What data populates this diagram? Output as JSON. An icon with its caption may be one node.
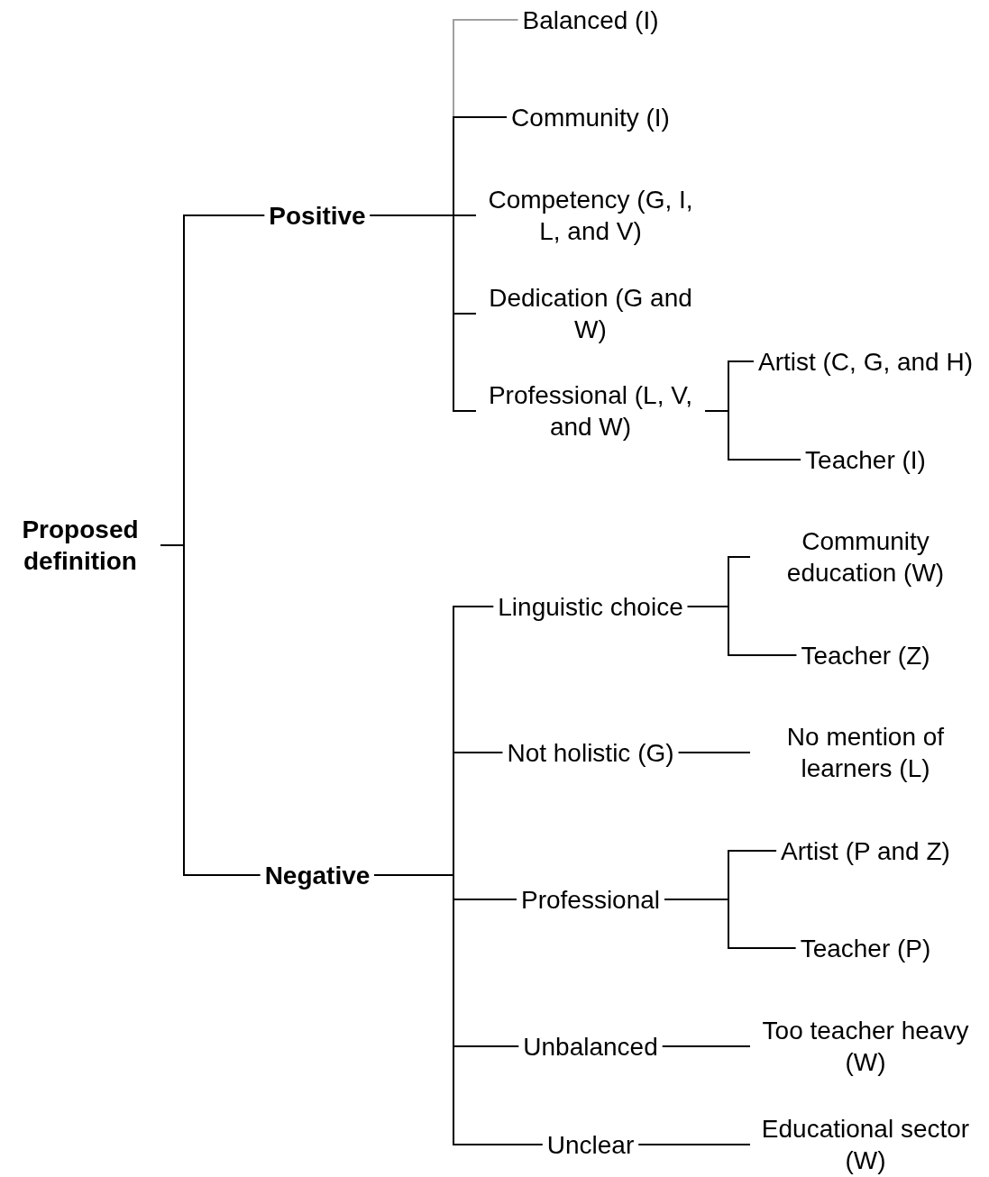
{
  "diagram": {
    "nodes": [
      {
        "text": [
          "Proposed definition"
        ]
      },
      {
        "text": [
          "Positive"
        ]
      },
      {
        "text": [
          "Negative"
        ]
      },
      {
        "text": [
          "Balanced (I)"
        ]
      },
      {
        "text": [
          "Community (I)"
        ]
      },
      {
        "text": [
          "Competency (G, I, L, and V)"
        ]
      },
      {
        "text": [
          "Dedication (G and W)"
        ]
      },
      {
        "text": [
          "Professional (L, V, and W)"
        ]
      },
      {
        "text": [
          "Artist (C, G, and H)"
        ]
      },
      {
        "text": [
          "Teacher (I)"
        ]
      },
      {
        "text": [
          "Linguistic choice"
        ]
      },
      {
        "text": [
          "Community education (W)"
        ]
      },
      {
        "text": [
          "Teacher (Z)"
        ]
      },
      {
        "text": [
          "Not holistic (G)"
        ]
      },
      {
        "text": [
          "No mention of learners (L)"
        ]
      },
      {
        "text": [
          "Professional"
        ]
      },
      {
        "text": [
          "Artist (P and Z)"
        ]
      },
      {
        "text": [
          "Teacher (P)"
        ]
      },
      {
        "text": [
          "Unbalanced"
        ]
      },
      {
        "text": [
          "Too teacher heavy (W)"
        ]
      },
      {
        "text": [
          "Unclear"
        ]
      },
      {
        "text": [
          "Educational sector (W)"
        ]
      }
    ],
    "edges": [
      {
        "from": 0,
        "to": 1,
        "arrow": "none"
      },
      {
        "from": 0,
        "to": 2,
        "arrow": "none"
      },
      {
        "from": 1,
        "to": 3,
        "arrow": "none",
        "color": "#a0a0a0"
      },
      {
        "from": 1,
        "to": 4,
        "arrow": "none"
      },
      {
        "from": 1,
        "to": 5,
        "arrow": "none"
      },
      {
        "from": 1,
        "to": 6,
        "arrow": "none"
      },
      {
        "from": 1,
        "to": 7,
        "arrow": "none"
      },
      {
        "from": 7,
        "to": 8,
        "arrow": "none"
      },
      {
        "from": 7,
        "to": 9,
        "arrow": "none"
      },
      {
        "from": 2,
        "to": 10,
        "arrow": "none"
      },
      {
        "from": 2,
        "to": 13,
        "arrow": "none"
      },
      {
        "from": 2,
        "to": 15,
        "arrow": "none"
      },
      {
        "from": 2,
        "to": 18,
        "arrow": "none"
      },
      {
        "from": 2,
        "to": 20,
        "arrow": "none"
      },
      {
        "from": 10,
        "to": 11,
        "arrow": "none"
      },
      {
        "from": 10,
        "to": 12,
        "arrow": "none"
      },
      {
        "from": 13,
        "to": 14,
        "arrow": "none"
      },
      {
        "from": 15,
        "to": 16,
        "arrow": "none"
      },
      {
        "from": 15,
        "to": 17,
        "arrow": "none"
      },
      {
        "from": 18,
        "to": 19,
        "arrow": "none"
      },
      {
        "from": 20,
        "to": 21,
        "arrow": "none"
      }
    ]
  }
}
